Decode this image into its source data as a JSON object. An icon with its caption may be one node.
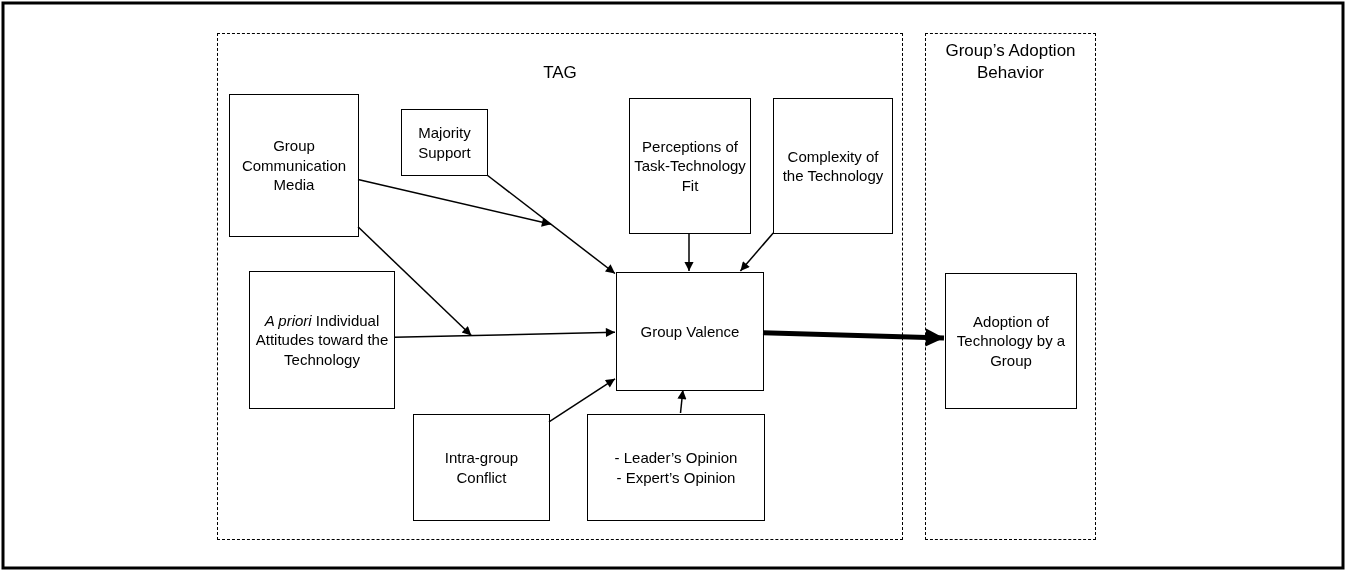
{
  "diagram": {
    "nodes": [
      {
        "text": [
          "TAG"
        ]
      },
      {
        "text": [
          "Group’s Adoption Behavior"
        ]
      },
      {
        "text": [
          "Group Communication Media"
        ],
        "in": 0
      },
      {
        "text": [
          "Majority Support"
        ],
        "in": 0
      },
      {
        "text": [
          "Perceptions of Task-Technology Fit"
        ],
        "in": 0
      },
      {
        "text": [
          "Complexity of the Technology"
        ],
        "in": 0
      },
      {
        "text": [
          "*A priori* Individual Attitudes toward the Technology"
        ],
        "in": 0
      },
      {
        "text": [
          "Group Valence"
        ],
        "in": 0
      },
      {
        "text": [
          "Intra-group Conflict"
        ],
        "in": 0
      },
      {
        "text": [
          "- Leader’s Opinion",
          "- Expert’s Opinion"
        ],
        "in": 0
      },
      {
        "text": [
          "Adoption of Technology by a Group"
        ],
        "in": 1
      }
    ],
    "edges": [
      {
        "from": 2,
        "to": null,
        "arrow": "to"
      },
      {
        "from": 3,
        "to": 7,
        "arrow": "to"
      },
      {
        "from": 4,
        "to": 7,
        "arrow": "to"
      },
      {
        "from": 5,
        "to": 7,
        "arrow": "to"
      },
      {
        "from": 2,
        "to": null,
        "arrow": "to"
      },
      {
        "from": 6,
        "to": 7,
        "arrow": "to"
      },
      {
        "from": 8,
        "to": 7,
        "arrow": "to"
      },
      {
        "from": 9,
        "to": 7,
        "arrow": "to"
      },
      {
        "from": 7,
        "to": 10,
        "arrow": "to",
        "style": "thick"
      }
    ]
  }
}
